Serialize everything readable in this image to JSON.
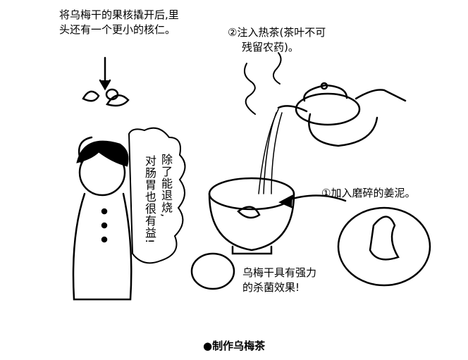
{
  "annotations": {
    "kernel_note": [
      "将乌梅干的果核撬开后,里",
      "头还有一个更小的核仁。"
    ],
    "step2": [
      "②注入热茶(茶叶不可",
      "残留农药)。"
    ],
    "step1": "①加入磨碎的姜泥。",
    "health_note": [
      "除了能退烧,",
      "对肠胃也很有益!"
    ],
    "plum_note": [
      "乌梅干具有强力",
      "的杀菌效果!"
    ]
  },
  "caption": "●制作乌梅茶"
}
